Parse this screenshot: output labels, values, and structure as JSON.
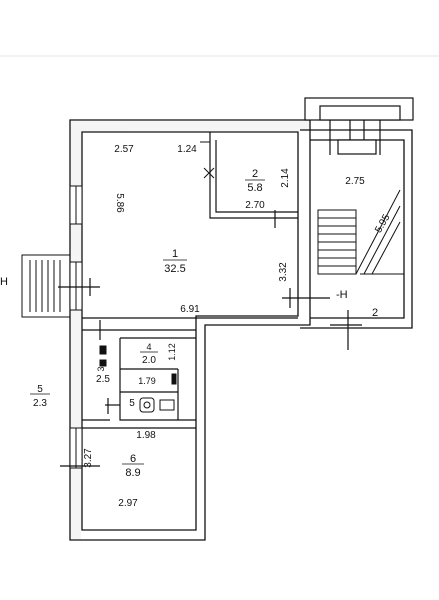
{
  "colors": {
    "paper": "#ffffff",
    "wall_fill": "#f6f6f6",
    "line": "#111111",
    "shade": "#d9d9d9"
  },
  "rooms": [
    {
      "id": "room-1",
      "number": "1",
      "area": "32.5"
    },
    {
      "id": "room-2",
      "number": "2",
      "area": "5.8"
    },
    {
      "id": "room-3",
      "number": "3",
      "area": "2.5"
    },
    {
      "id": "room-4",
      "number": "4",
      "area": "2.0"
    },
    {
      "id": "room-5",
      "number": "5",
      "area": ""
    },
    {
      "id": "room-6",
      "number": "6",
      "area": "8.9"
    },
    {
      "id": "room-5-outside",
      "number": "5",
      "area": "2.3"
    }
  ],
  "dimensions": {
    "d_2_57": "2.57",
    "d_1_24": "1.24",
    "d_5_86": "5.86",
    "d_2_14": "2.14",
    "d_2_70": "2.70",
    "d_3_32": "3.32",
    "d_6_91": "6.91",
    "d_1_12": "1.12",
    "d_1_79": "1.79",
    "d_1_98": "1.98",
    "d_3_27": "3.27",
    "d_2_97": "2.97",
    "d_2_75": "2.75",
    "d_5_95": "5.95"
  },
  "marks": {
    "entrance_left": "H",
    "stair_mark": "-H",
    "stair_number": "2"
  }
}
